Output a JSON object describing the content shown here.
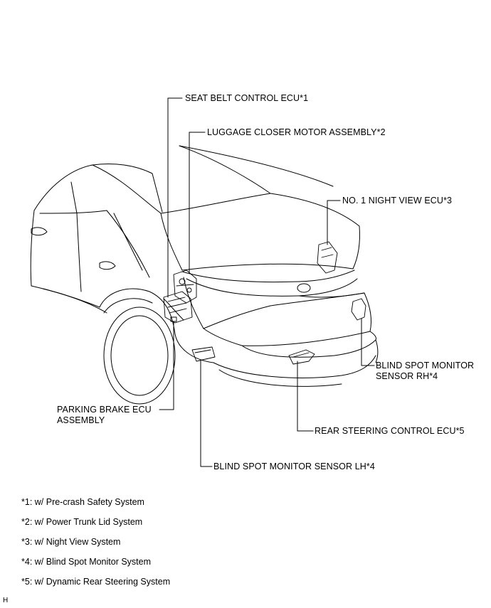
{
  "callouts": {
    "seat_belt": "SEAT BELT CONTROL ECU*1",
    "luggage_closer": "LUGGAGE CLOSER MOTOR ASSEMBLY*2",
    "night_view": "NO. 1 NIGHT VIEW ECU*3",
    "bsm_rh_line1": "BLIND SPOT MONITOR",
    "bsm_rh_line2": "SENSOR RH*4",
    "parking_brake_line1": "PARKING BRAKE ECU",
    "parking_brake_line2": "ASSEMBLY",
    "rear_steering": "REAR STEERING CONTROL ECU*5",
    "bsm_lh": "BLIND SPOT MONITOR SENSOR LH*4"
  },
  "notes": [
    "*1: w/ Pre-crash Safety System",
    "*2: w/ Power Trunk Lid System",
    "*3: w/ Night View System",
    "*4: w/ Blind Spot Monitor System",
    "*5: w/ Dynamic Rear Steering System"
  ],
  "figure_code": "H"
}
